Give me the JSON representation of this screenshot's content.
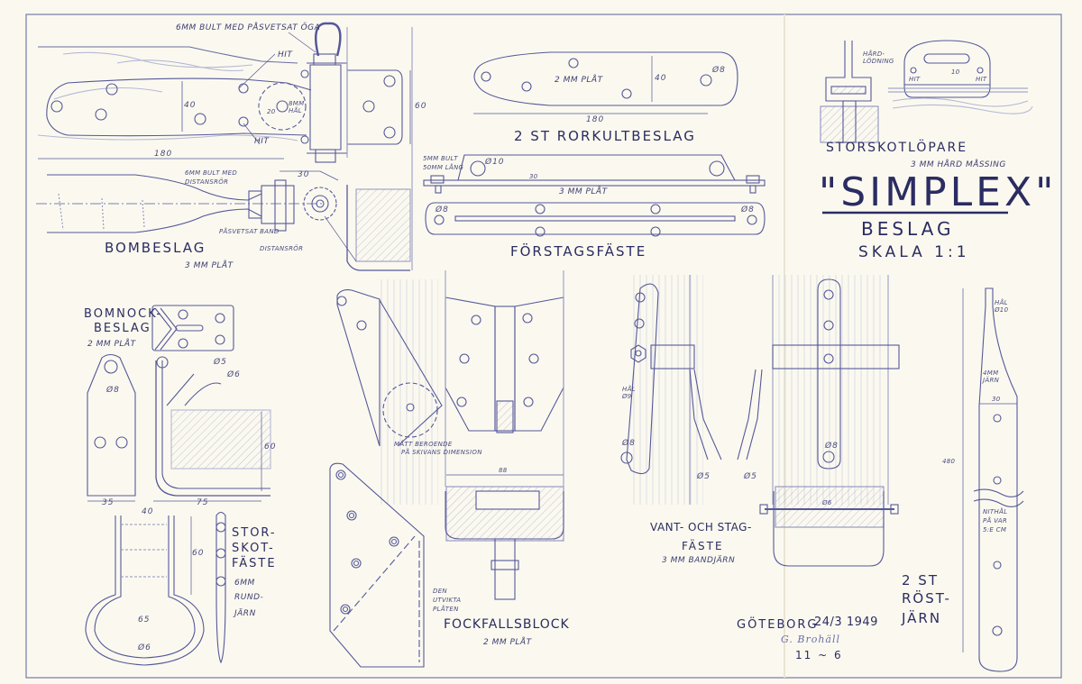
{
  "title_block": {
    "main_title": "\"SIMPLEX\"",
    "subtitle": "BESLAG",
    "scale": "SKALA 1:1",
    "place_date": "GÖTEBORG",
    "date": "24/3 1949",
    "signature": "G. Brohäll",
    "sheet": "11 ~ 6"
  },
  "colors": {
    "paper": "#fbf9ef",
    "ink": "#2e2f66",
    "line": "#5a5d96",
    "hatch": "#9aa0c8"
  },
  "bombeslag": {
    "title": "BOMBESLAG",
    "material": "3 MM PLÅT",
    "note_bolt_eye": "6MM BULT MED PÅSVETSAT ÖGA",
    "note_hit_top": "HIT",
    "note_hit_bottom": "HIT",
    "note_hole": "8MM HÅL",
    "dim_radius": "20",
    "dim_width": "40",
    "dim_length": "180",
    "dim_height": "60",
    "dim_offset": "30",
    "note_bolt_tube": "6MM BULT MED DISTANSRÖR",
    "note_band": "PÅSVETSAT BAND",
    "note_spacer": "DISTANSRÖR"
  },
  "rorkult": {
    "title": "2 ST RORKULTBESLAG",
    "material": "2 MM PLÅT",
    "dim_width": "40",
    "dim_hole": "Ø8",
    "dim_length": "180"
  },
  "forstag": {
    "title": "FÖRSTAGSFÄSTE",
    "material": "3 MM PLÅT",
    "note_bolt": "5MM BULT",
    "note_bolt_len": "50MM LÅNG",
    "dim_hole_big": "Ø10",
    "dim_spacing": "30",
    "dim_hole_left": "Ø8",
    "dim_hole_right": "Ø8"
  },
  "storskotlopare": {
    "title": "STORSKOTLÖPARE",
    "material": "3 MM HÅRD MÅSSING",
    "note_solder": "HÅRD-LÖDNING",
    "note_hit_left": "HIT",
    "note_hit_right": "HIT",
    "dim_slot": "10"
  },
  "bomnock": {
    "title_line1": "BOMNOCK-",
    "title_line2": "BESLAG",
    "material": "2 MM PLÅT",
    "dim_hole": "Ø8",
    "dim_pin5": "Ø5",
    "dim_pin6": "Ø6",
    "dim_height": "60",
    "dim_width": "35",
    "dim_depth": "75"
  },
  "storskotfaste": {
    "title_line1": "STOR-",
    "title_line2": "SKOT-",
    "title_line3": "FÄSTE",
    "material_line1": "6MM",
    "material_line2": "RUND-",
    "material_line3": "JÄRN",
    "dim_width": "40",
    "dim_height": "60",
    "dim_ring": "65",
    "dim_rod": "Ø6"
  },
  "fockfall": {
    "title": "FOCKFALLSBLOCK",
    "material": "2 MM PLÅT",
    "note_measure_1": "MÅTT BEROENDE",
    "note_measure_2": "PÅ SKIVANS DIMENSION",
    "dim_width": "88",
    "note_unfold_1": "DEN",
    "note_unfold_2": "UTVIKTA",
    "note_unfold_3": "PLÅTEN"
  },
  "vant": {
    "title_line1": "VANT- OCH STAG-",
    "title_line2": "FÄSTE",
    "material": "3 MM BANDJÄRN",
    "note_hole": "HÅL Ø9",
    "dim_hole_left": "Ø8",
    "dim_hole_right": "Ø8",
    "dim_pin_left": "Ø5",
    "dim_pin_right": "Ø5",
    "dim_bolt": "Ø6"
  },
  "rostjarn": {
    "title_line1": "2 ST",
    "title_line2": "RÖST-",
    "title_line3": "JÄRN",
    "note_hole": "HÅL Ø10",
    "material": "4MM JÄRN",
    "dim_width": "30",
    "dim_length": "480",
    "note_rivet_1": "NITHÅL",
    "note_rivet_2": "PÅ VAR",
    "note_rivet_3": "5:E CM"
  }
}
